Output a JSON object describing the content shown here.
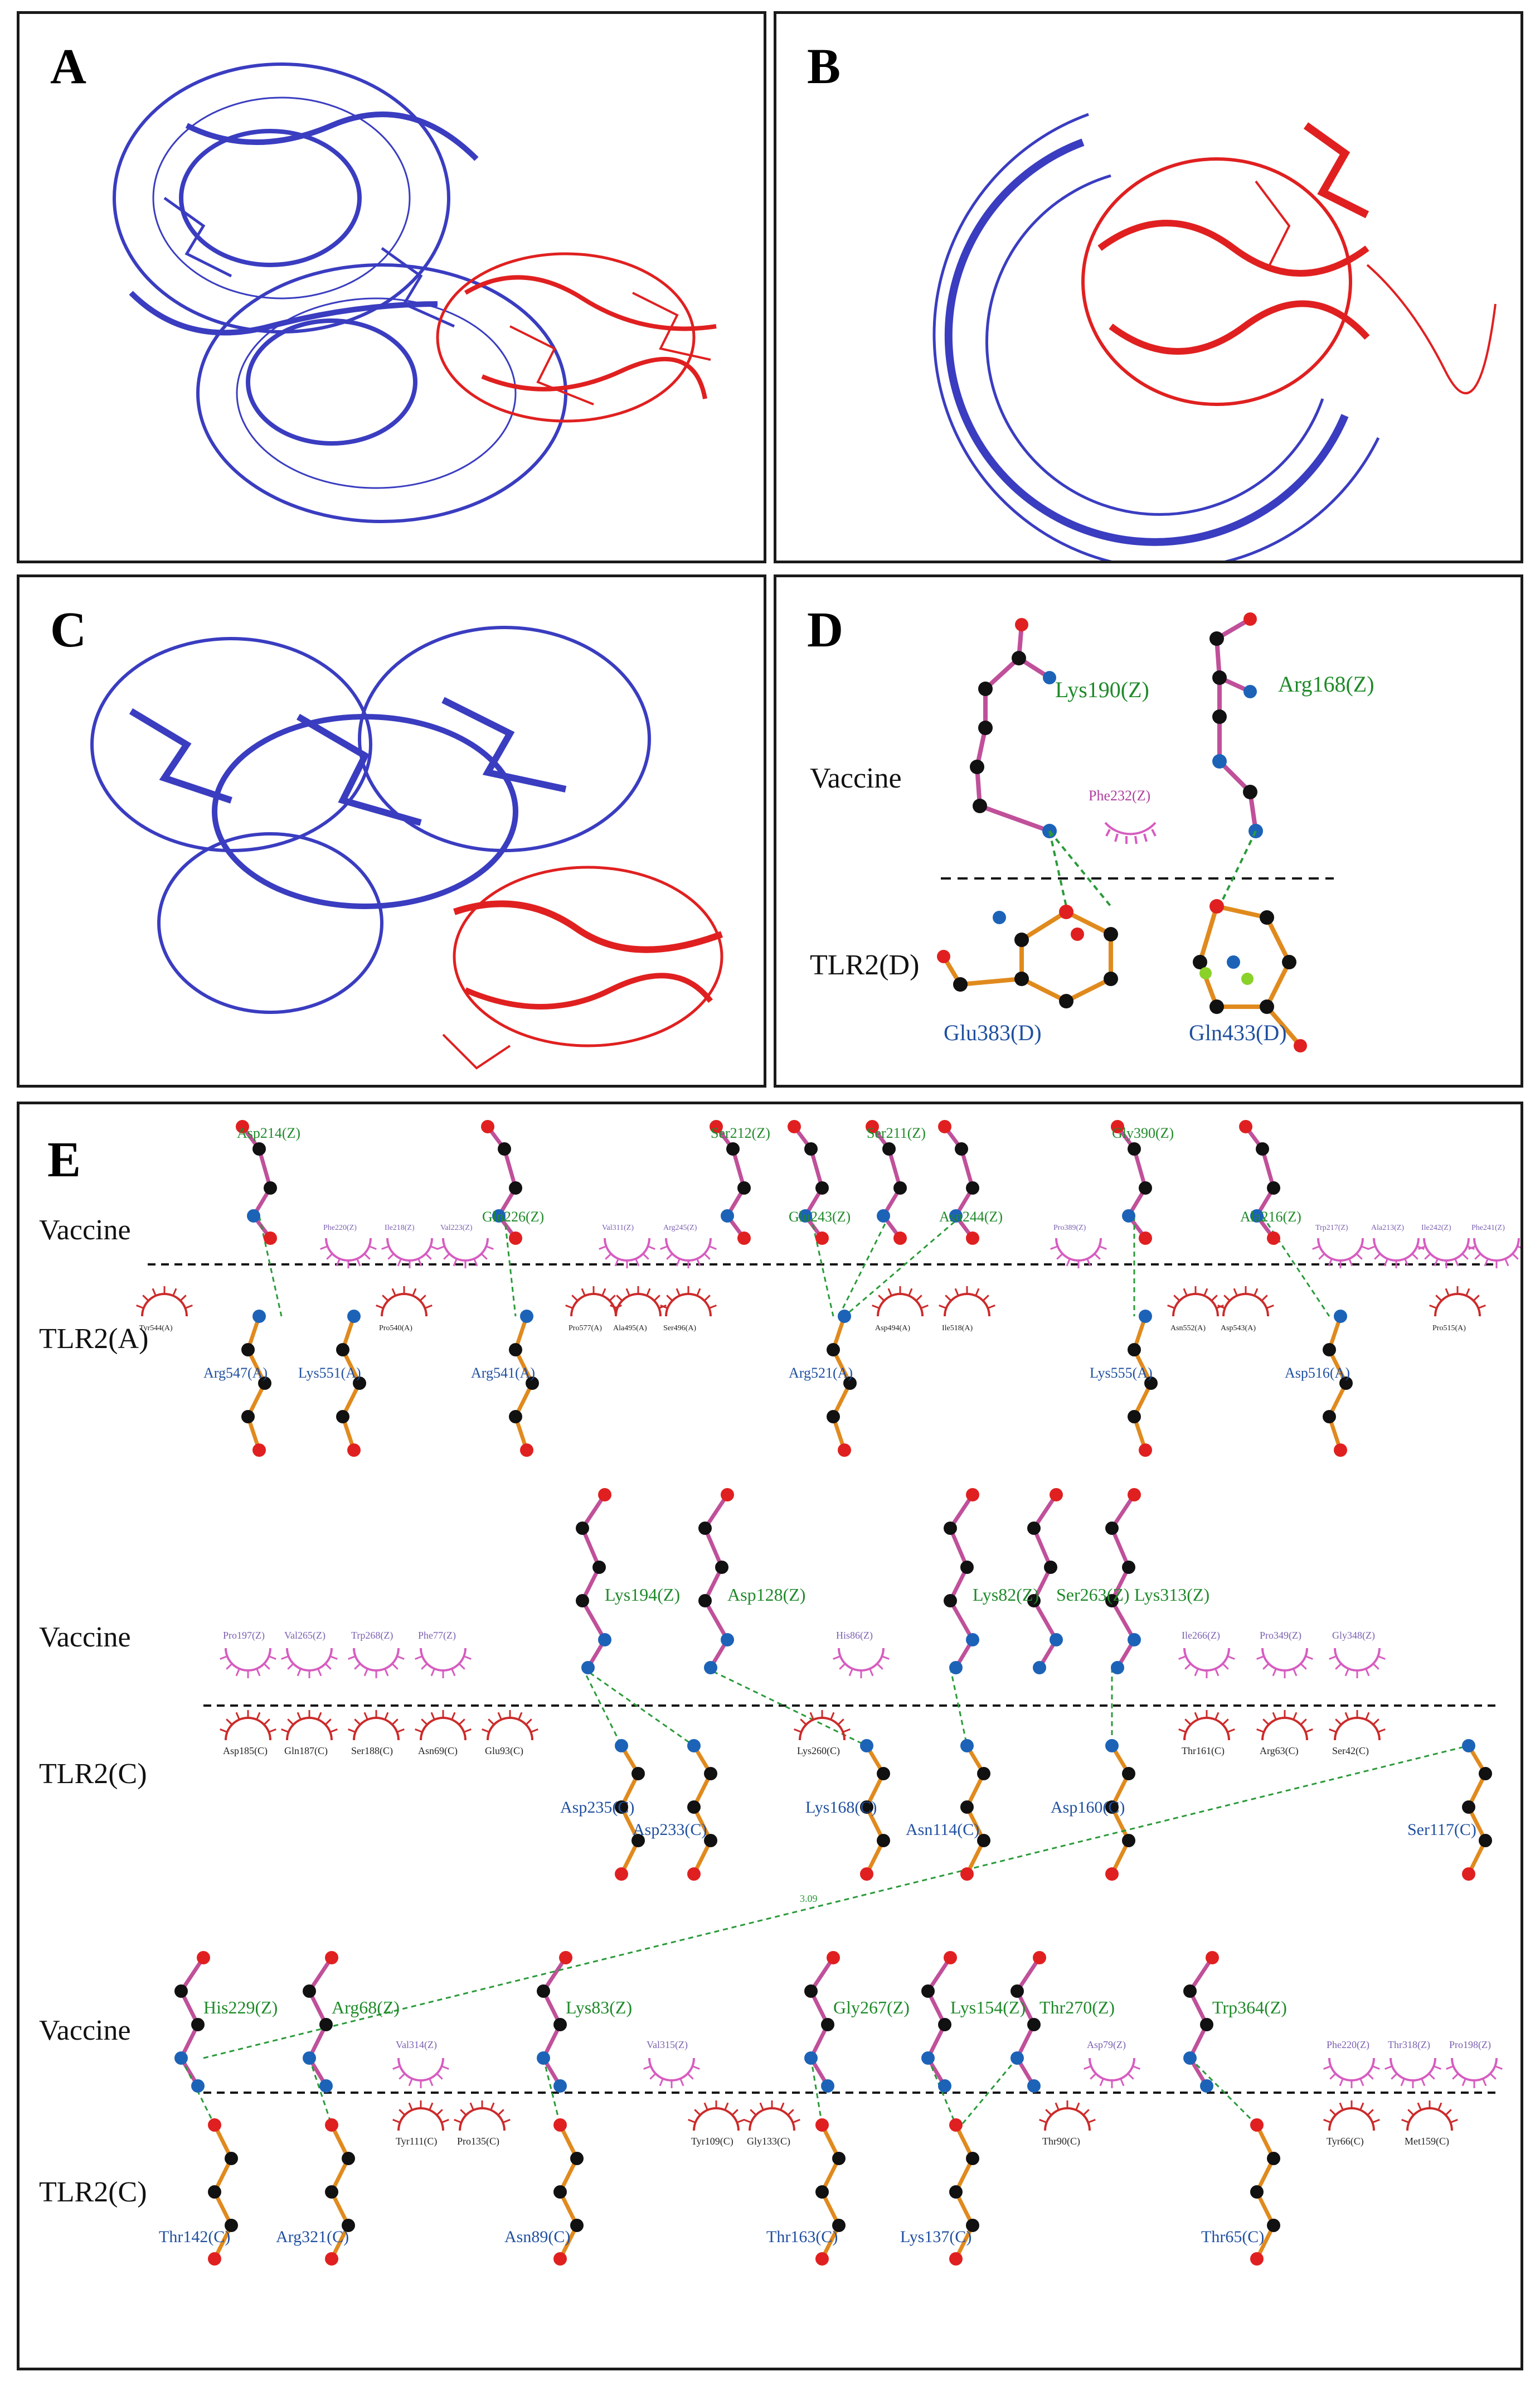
{
  "panels": {
    "a": {
      "letter": "A"
    },
    "b": {
      "letter": "B"
    },
    "c": {
      "letter": "C"
    },
    "d": {
      "letter": "D",
      "vaccine_label": "Vaccine",
      "tlr_label": "TLR2(D)",
      "residues": {
        "lys190": "Lys190(Z)",
        "arg168": "Arg168(Z)",
        "phe232": "Phe232(Z)",
        "glu383": "Glu383(D)",
        "gln433": "Gln433(D)"
      }
    },
    "e": {
      "letter": "E",
      "labels": {
        "vaccine": "Vaccine",
        "tlr2a": "TLR2(A)",
        "tlr2c": "TLR2(C)"
      },
      "row1": {
        "vaccine_bonded": [
          "Asp214(Z)",
          "Gln226(Z)",
          "Ser212(Z)",
          "Glu243(Z)",
          "Ser211(Z)",
          "Asn244(Z)",
          "Gly390(Z)",
          "Ala216(Z)"
        ],
        "vaccine_hydrophobic": [
          "Phe220(Z)",
          "Ile218(Z)",
          "Val223(Z)",
          "Val311(Z)",
          "Arg245(Z)",
          "Pro389(Z)",
          "Trp217(Z)",
          "Ala213(Z)",
          "Ile242(Z)",
          "Phe241(Z)"
        ],
        "tlr_bonded": [
          "Arg547(A)",
          "Lys551(A)",
          "Arg541(A)",
          "Arg521(A)",
          "Lys555(A)",
          "Asp516(A)"
        ],
        "tlr_hydrophobic": [
          "Tyr544(A)",
          "Pro540(A)",
          "Pro577(A)",
          "Ala495(A)",
          "Ser496(A)",
          "Asp494(A)",
          "Ile518(A)",
          "Asn552(A)",
          "Asp543(A)",
          "Pro515(A)"
        ]
      },
      "row2": {
        "vaccine_bonded": [
          "Lys194(Z)",
          "Asp128(Z)",
          "Lys82(Z)",
          "Ser263(Z)",
          "Lys313(Z)"
        ],
        "vaccine_hydrophobic": [
          "Pro197(Z)",
          "Val265(Z)",
          "Trp268(Z)",
          "Phe77(Z)",
          "His86(Z)",
          "Ile266(Z)",
          "Pro349(Z)",
          "Gly348(Z)"
        ],
        "tlr_bonded": [
          "Asp235(C)",
          "Asp233(C)",
          "Lys168(C)",
          "Asn114(C)",
          "Asp160(C)",
          "Ser117(C)"
        ],
        "tlr_hydrophobic": [
          "Asp185(C)",
          "Gln187(C)",
          "Ser188(C)",
          "Asn69(C)",
          "Glu93(C)",
          "Lys260(C)",
          "Thr161(C)",
          "Arg63(C)",
          "Ser42(C)"
        ]
      },
      "row3": {
        "vaccine_bonded": [
          "His229(Z)",
          "Arg68(Z)",
          "Lys83(Z)",
          "Gly267(Z)",
          "Lys154(Z)",
          "Thr270(Z)",
          "Trp364(Z)"
        ],
        "vaccine_hydrophobic": [
          "Val314(Z)",
          "Val315(Z)",
          "Asp79(Z)",
          "Phe220(Z)",
          "Thr318(Z)",
          "Pro198(Z)"
        ],
        "tlr_bonded": [
          "Thr142(C)",
          "Arg321(C)",
          "Asn89(C)",
          "Thr163(C)",
          "Lys137(C)",
          "Thr65(C)"
        ],
        "tlr_hydrophobic": [
          "Tyr111(C)",
          "Pro135(C)",
          "Tyr109(C)",
          "Gly133(C)",
          "Thr90(C)",
          "Tyr66(C)",
          "Met159(C)"
        ]
      },
      "long_bond_distance": "3.09"
    }
  },
  "colors": {
    "receptor": "#3a3dc0",
    "vaccine": "#e02020",
    "vaccine_bond": "#c0509a",
    "tlr_bond": "#e08a1e",
    "hbond": "#2a9a3a",
    "hydrophobic": "#cc2a2a",
    "hydrophobic_vaccine": "#d65cc0",
    "vaccine_text": "#1f8a2a",
    "tlr_text": "#2050a0"
  }
}
